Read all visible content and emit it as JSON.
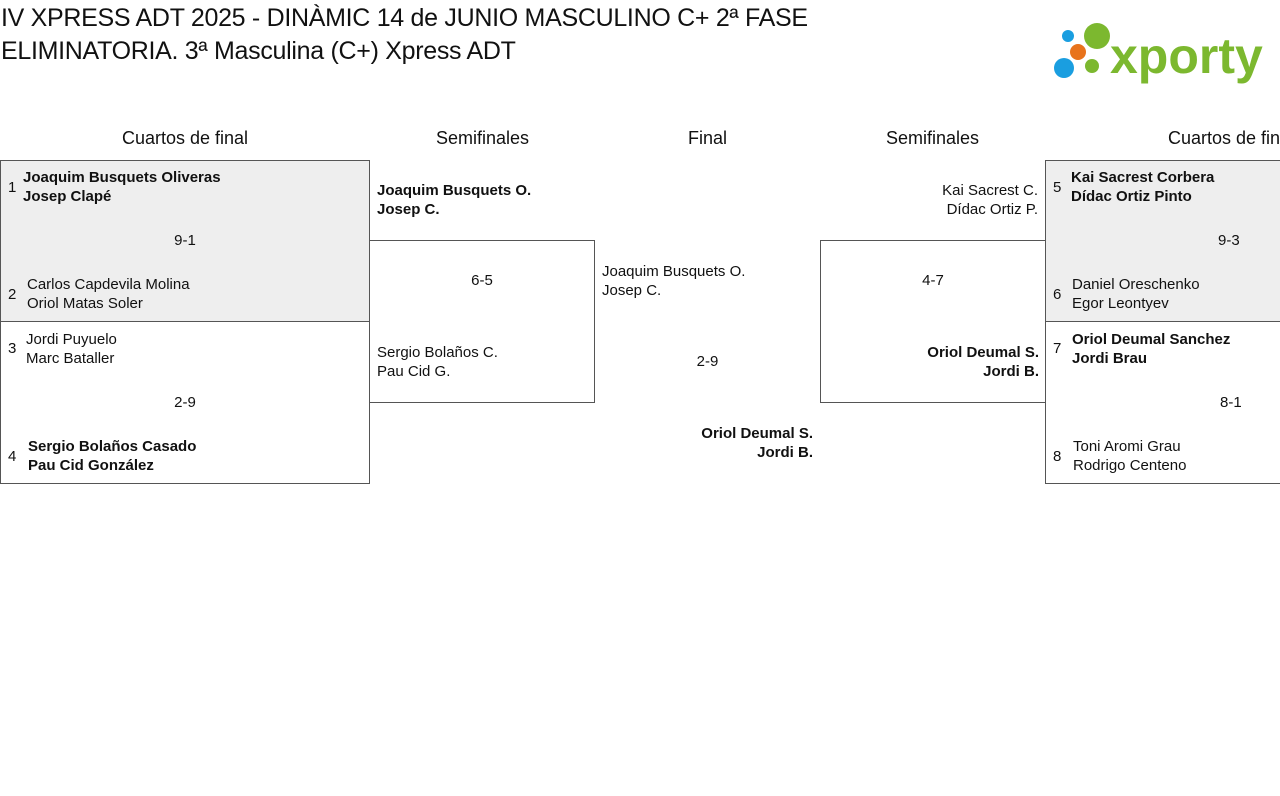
{
  "header": {
    "title": "IV XPRESS ADT 2025 - DINÀMIC 14 de JUNIO MASCULINO C+ 2ª FASE ELIMINATORIA. 3ª Masculina (C+) Xpress ADT",
    "logo_text": "xporty"
  },
  "rounds": {
    "left_qf": "Cuartos de final",
    "left_sf": "Semifinales",
    "final": "Final",
    "right_sf": "Semifinales",
    "right_qf": "Cuartos de final"
  },
  "qf": [
    {
      "score": "9-1",
      "top": {
        "seed": "1",
        "p1": "Joaquim Busquets Oliveras",
        "p2": "Josep Clapé"
      },
      "bottom": {
        "seed": "2",
        "p1": "Carlos Capdevila Molina",
        "p2": "Oriol Matas Soler"
      }
    },
    {
      "score": "2-9",
      "top": {
        "seed": "3",
        "p1": "Jordi Puyuelo",
        "p2": "Marc Bataller"
      },
      "bottom": {
        "seed": "4",
        "p1": "Sergio Bolaños Casado",
        "p2": "Pau Cid González"
      }
    },
    {
      "score": "9-3",
      "top": {
        "seed": "5",
        "p1": "Kai Sacrest Corbera",
        "p2": "Dídac Ortiz Pinto"
      },
      "bottom": {
        "seed": "6",
        "p1": "Daniel Oreschenko",
        "p2": "Egor Leontyev"
      }
    },
    {
      "score": "8-1",
      "top": {
        "seed": "7",
        "p1": "Oriol Deumal Sanchez",
        "p2": "Jordi Brau"
      },
      "bottom": {
        "seed": "8",
        "p1": "Toni Aromi Grau",
        "p2": "Rodrigo Centeno"
      }
    }
  ],
  "sf_left": {
    "score": "6-5",
    "top": {
      "p1": "Joaquim Busquets O.",
      "p2": "Josep C."
    },
    "bottom": {
      "p1": "Sergio Bolaños C.",
      "p2": "Pau Cid G."
    }
  },
  "sf_right": {
    "score": "4-7",
    "top": {
      "p1": "Kai Sacrest C.",
      "p2": "Dídac Ortiz P."
    },
    "bottom": {
      "p1": "Oriol Deumal S.",
      "p2": "Jordi B."
    }
  },
  "final": {
    "score": "2-9",
    "top": {
      "p1": "Joaquim Busquets O.",
      "p2": "Josep C."
    },
    "bottom": {
      "p1": "Oriol Deumal S.",
      "p2": "Jordi B."
    }
  },
  "colors": {
    "logo_green": "#7cb82f",
    "logo_blue": "#1a9ee0",
    "logo_orange": "#e8731c",
    "winner_bg": "#eeeeee"
  }
}
